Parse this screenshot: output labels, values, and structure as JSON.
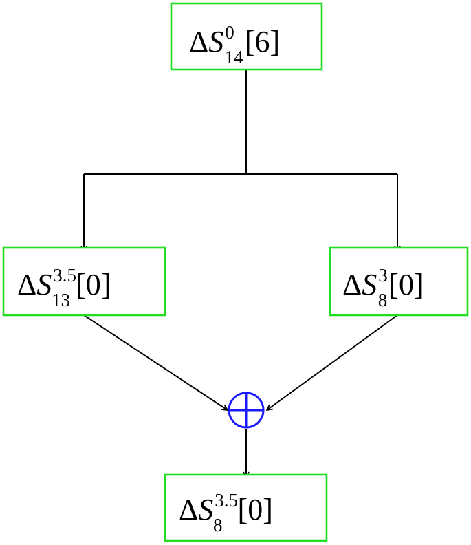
{
  "colors": {
    "node_border": "#22dd22",
    "edge": "#000000",
    "xor": "#1a1aff"
  },
  "nodes": {
    "top": {
      "delta": "Δ",
      "symbol": "S",
      "sup": "0",
      "sub": "14",
      "index": "[6]"
    },
    "left": {
      "delta": "Δ",
      "symbol": "S",
      "sup": "3.5",
      "sub": "13",
      "index": "[0]"
    },
    "right": {
      "delta": "Δ",
      "symbol": "S",
      "sup": "3",
      "sub": "8",
      "index": "[0]"
    },
    "bottom": {
      "delta": "Δ",
      "symbol": "S",
      "sup": "3.5",
      "sub": "8",
      "index": "[0]"
    }
  },
  "operator": {
    "symbol": "xor-icon"
  }
}
